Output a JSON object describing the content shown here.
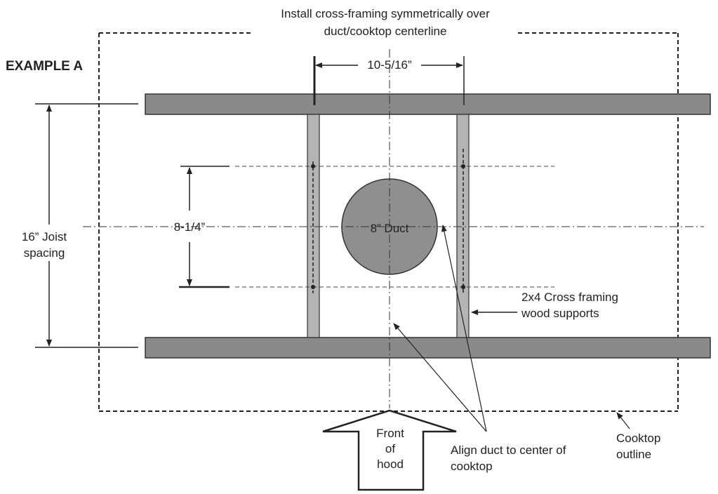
{
  "diagram": {
    "heading": "EXAMPLE A",
    "top_note": {
      "line1": "Install cross-framing symmetrically over",
      "line2": "duct/cooktop centerline"
    },
    "dimensions": {
      "cross_spacing": "10-5/16”",
      "vertical_spacing": "8-1/4”",
      "joist_spacing_line1": "16” Joist",
      "joist_spacing_line2": "spacing"
    },
    "duct_label": "8” Duct",
    "cross_framing_label": {
      "line1": "2x4 Cross framing",
      "line2": "wood supports"
    },
    "front_arrow": {
      "line1": "Front",
      "line2": "of",
      "line3": "hood"
    },
    "align_label": {
      "line1": "Align duct to center of",
      "line2": "cooktop"
    },
    "cooktop_label": {
      "line1": "Cooktop",
      "line2": "outline"
    },
    "colors": {
      "joist_fill": "#8a8a8a",
      "cross_framing_fill": "#b4b4b4",
      "duct_fill": "#8f8f8f",
      "line": "#222222"
    }
  }
}
